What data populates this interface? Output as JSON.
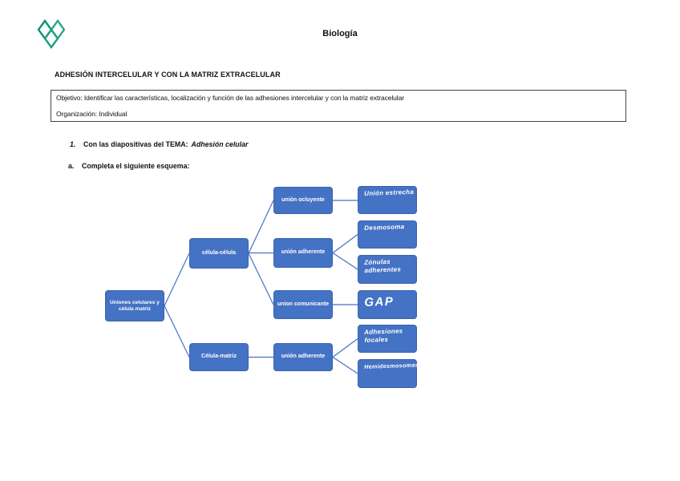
{
  "header": {
    "logo_icon": "three-diamond-heart-logo",
    "title": "Biología",
    "logo_colors": [
      "#0e8f72",
      "#2aa886",
      "#1f9f7e"
    ]
  },
  "worksheet": {
    "heading": "ADHESIÓN INTERCELULAR Y CON LA MATRIZ EXTRACELULAR",
    "objective_box": {
      "objective": "Objetivo: Identificar las características, localización y función de las adhesiones intercelular y con la matriz extracelular",
      "organization": "Organización: Individual"
    },
    "instructions": [
      {
        "marker": "1.",
        "text": "Con las diapositivas del TEMA:",
        "emphasis": "Adhesión celular"
      },
      {
        "marker": "a.",
        "text": "Completa el siguiente esquema:",
        "emphasis": ""
      }
    ]
  },
  "diagram": {
    "description": "esquema de uniones celulares con respuestas manuscritas",
    "node_color": "#4472C4",
    "connector_color": "#4472C4",
    "nodes": {
      "root": {
        "label": "Uniones celulares y célula matriz",
        "handwritten": false
      },
      "celula_celula": {
        "label": "célula-célula",
        "handwritten": false
      },
      "celula_matriz": {
        "label": "Célula-matriz",
        "handwritten": false
      },
      "union_ocluyente": {
        "label": "unión ocluyente",
        "handwritten": false
      },
      "union_adherente_1": {
        "label": "unión adherente",
        "handwritten": false
      },
      "union_comunicante": {
        "label": "union comunicante",
        "handwritten": false
      },
      "union_adherente_2": {
        "label": "unión adherente",
        "handwritten": false
      },
      "ans_union_estrecha": {
        "label": "Unión estrecha",
        "handwritten": true
      },
      "ans_desmosoma": {
        "label": "Desmosoma",
        "handwritten": true
      },
      "ans_zonulas_adherentes": {
        "label": "Zónulas adherentes",
        "handwritten": true
      },
      "ans_gap": {
        "label": "GAP",
        "handwritten": true
      },
      "ans_adhesiones_focales": {
        "label": "Adhesiones focales",
        "handwritten": true
      },
      "ans_hemidesmosomas": {
        "label": "Hemidesmosomas",
        "handwritten": true
      }
    },
    "edges": [
      {
        "from": "root",
        "to": "celula_celula"
      },
      {
        "from": "root",
        "to": "celula_matriz"
      },
      {
        "from": "celula_celula",
        "to": "union_ocluyente"
      },
      {
        "from": "celula_celula",
        "to": "union_adherente_1"
      },
      {
        "from": "celula_celula",
        "to": "union_comunicante"
      },
      {
        "from": "union_ocluyente",
        "to": "ans_union_estrecha"
      },
      {
        "from": "union_adherente_1",
        "to": "ans_desmosoma"
      },
      {
        "from": "union_adherente_1",
        "to": "ans_zonulas_adherentes"
      },
      {
        "from": "union_comunicante",
        "to": "ans_gap"
      },
      {
        "from": "celula_matriz",
        "to": "union_adherente_2"
      },
      {
        "from": "union_adherente_2",
        "to": "ans_adhesiones_focales"
      },
      {
        "from": "union_adherente_2",
        "to": "ans_hemidesmosomas"
      }
    ]
  }
}
